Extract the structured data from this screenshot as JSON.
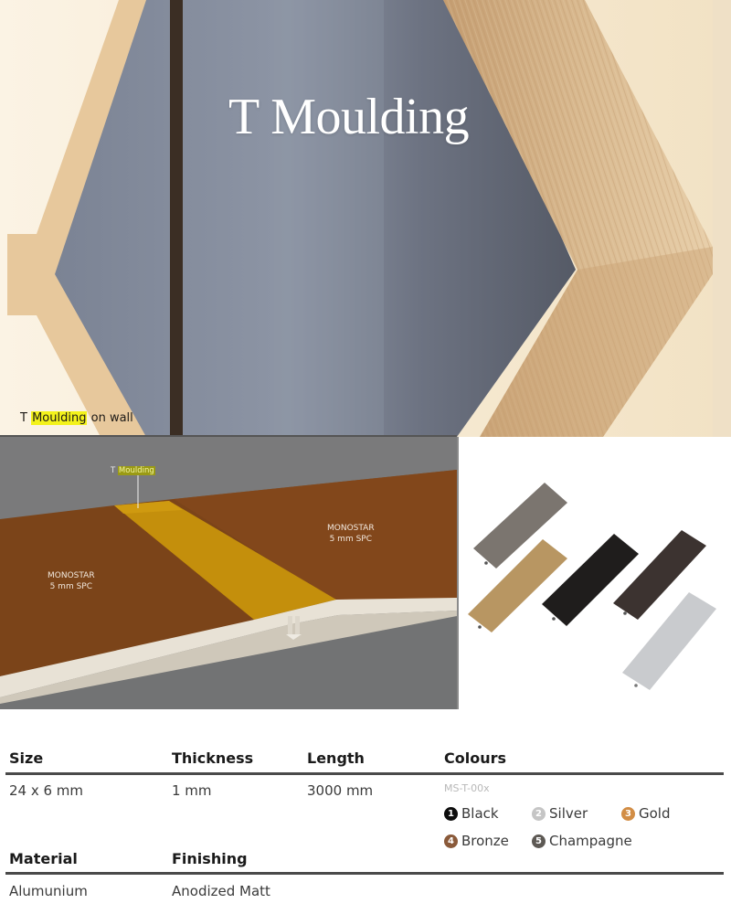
{
  "hero": {
    "title": "T Moulding",
    "caption_prefix": "T",
    "caption_highlight": "Moulding",
    "caption_suffix": "on wall"
  },
  "floor_diagram": {
    "callout_prefix": "T",
    "callout_highlight": "Moulding",
    "left_panel": {
      "line1": "MONOSTAR",
      "line2": "5 mm SPC"
    },
    "right_panel": {
      "line1": "MONOSTAR",
      "line2": "5 mm SPC"
    }
  },
  "swatch_image": {
    "pieces": [
      {
        "name": "champagne-grey",
        "color": "#7b756f"
      },
      {
        "name": "gold",
        "color": "#b89662"
      },
      {
        "name": "black",
        "color": "#1f1d1c"
      },
      {
        "name": "bronze",
        "color": "#3c3330"
      },
      {
        "name": "silver",
        "color": "#c9cbce"
      }
    ]
  },
  "spec": {
    "headers": {
      "size": "Size",
      "thickness": "Thickness",
      "length": "Length",
      "colours": "Colours",
      "material": "Material",
      "finishing": "Finishing"
    },
    "values": {
      "size": "24 x 6 mm",
      "thickness": "1 mm",
      "length": "3000 mm",
      "material": "Alumunium",
      "finishing": "Anodized Matt"
    },
    "colour_code": "MS-T-00x",
    "colours": [
      {
        "num": "1",
        "label": "Black",
        "color": "#0d0d0d"
      },
      {
        "num": "2",
        "label": "Silver",
        "color": "#c5c5c5"
      },
      {
        "num": "3",
        "label": "Gold",
        "color": "#d28d45"
      },
      {
        "num": "4",
        "label": "Bronze",
        "color": "#8a5a3a"
      },
      {
        "num": "5",
        "label": "Champagne",
        "color": "#5d5954"
      }
    ]
  }
}
